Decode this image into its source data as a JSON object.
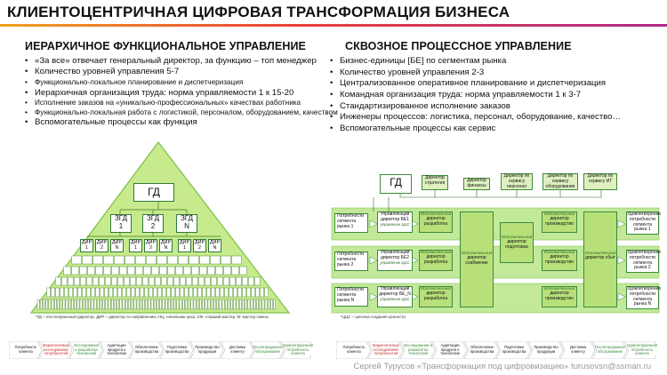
{
  "title": "КЛИЕНТОЦЕНТРИЧНАЯ ЦИФРОВАЯ ТРАНСФОРМАЦИЯ БИЗНЕСА",
  "left": {
    "heading": "ИЕРАРХИЧНОЕ ФУНКЦИОНАЛЬНОЕ УПРАВЛЕНИЕ",
    "bullets": [
      "«За все» отвечает генеральный директор, за функцию – топ менеджер",
      "Количество уровней управления 5-7",
      "Функционально-локальное  планирование и диспетчеризация",
      "Иерархичная организация труда: норма управляемости 1 к 15-20",
      "Исполнение заказов на «уникально-профессиональных» качествах работника",
      "Функционально-локальная работа с логистикой, персоналом, оборудованием, качеством",
      "Вспомогательные процессы как функция"
    ]
  },
  "right": {
    "heading": "СКВОЗНОЕ ПРОЦЕССНОЕ УПРАВЛЕНИЕ",
    "bullets": [
      "Бизнес-единицы [БЕ] по сегментам рынка",
      "Количество уровней управления 2-3",
      "Централизованное оперативное планирование и диспетчеризация",
      "Командная организация труда: норма управляемости 1 к 3-7",
      "Стандартизированное исполнение заказов",
      "Инженеры процессов: логистика, персонал, оборудование, качество…",
      "Вспомогательные процессы как сервис"
    ]
  },
  "pyramid": {
    "gd": "ГД",
    "zgd": [
      "ЗГД\n1",
      "ЗГД\n2",
      "ЗГД\nN"
    ],
    "dir": [
      "ДИР\n1",
      "ДИР\n2",
      "ДИР\nN",
      "ДИР\n1",
      "ДИР\n2",
      "ДИР\nN",
      "ДИР\n1",
      "ДИР\n2",
      "ДИР\nN"
    ],
    "note": "*ГД – ген.генеральный директор, ДИР – директор по направлению, НЦ- начальник цеха, СМ- старший мастер, М- мастер смены"
  },
  "process": {
    "gd": "ГД",
    "top": [
      "Директор стратегия",
      "Директор финансы",
      "Директор по сервису персонал",
      "Директор по сервису оборудование",
      "Директор по сервису ИТ"
    ],
    "needs": [
      "Потребности сегмента рынка 1",
      "Потребности сегмента рынка 2",
      "Потребности сегмента рынка N"
    ],
    "be": [
      "Управляющий директор БЕ1",
      "Управляющий директор БЕ2",
      "Управляющий директор БЕ_N"
    ],
    "be_sub": [
      "управление ЦЦС",
      "управление ЦЦС",
      "управление ЦЦС"
    ],
    "exec": "Исполнительный",
    "dev": [
      "директор разработка",
      "директор разработка",
      "директор разработка"
    ],
    "supply": "директор снабжение",
    "prep": "директор подготовка",
    "prod": [
      "директор производство",
      "директор производство",
      "директор производство"
    ],
    "sales": "директор сбыт",
    "sat": [
      "Удовлетворение потребности сегмента рынка 1",
      "Удовлетворение потребности сегмента рынка 2",
      "Удовлетворение потребности сегмента рынка N"
    ],
    "note": "*ЦЦС – цепочка создания ценности"
  },
  "chevrons": [
    "Потребность клиента",
    "Маркетинговые исследования потребностей",
    "Исследования и разработка технологий",
    "Адаптация продукта к технологии",
    "Обеспечение производства",
    "Подготовка производства",
    "Производство продукции",
    "Доставка клиенту",
    "Послепродажное обслуживание",
    "Удовлетворенная потребность клиента"
  ],
  "footer": "Сергей Турусов «Трансформация под цифровизацию» turusovsn@ssman.ru",
  "colors": {
    "pyramid_fill": "#c7ea8c",
    "pyramid_border": "#7dbf4a",
    "process_band": "#c2e89a",
    "process_box": "#a9dc6a",
    "accent_red": "#e8403a"
  }
}
